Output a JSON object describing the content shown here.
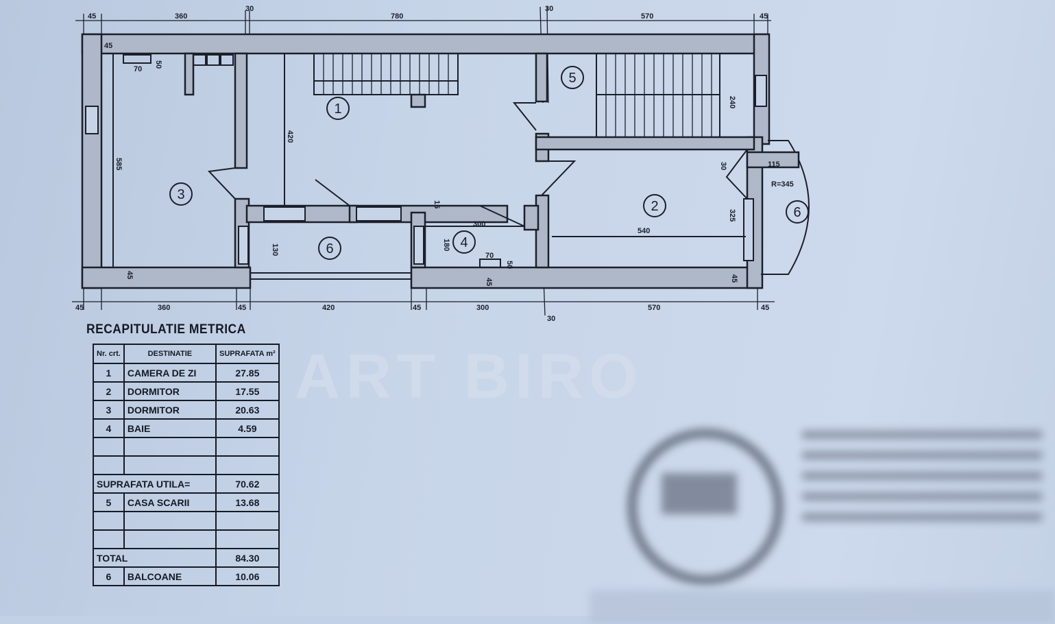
{
  "watermark": "ART BIRO",
  "plan": {
    "rooms": [
      "1",
      "2",
      "3",
      "4",
      "5",
      "6",
      "6"
    ],
    "dims_top": [
      "45",
      "360",
      "30",
      "780",
      "30",
      "570",
      "45"
    ],
    "dims_bottom": [
      "45",
      "360",
      "45",
      "420",
      "45",
      "300",
      "30",
      "570",
      "45"
    ],
    "dims_inner": [
      "45",
      "70",
      "50",
      "585",
      "420",
      "240",
      "30",
      "115",
      "R=345",
      "325",
      "540",
      "300",
      "15",
      "180",
      "130",
      "45",
      "70",
      "50",
      "45",
      "45"
    ]
  },
  "table": {
    "title": "RECAPITULATIE METRICA",
    "headers": {
      "nr": "Nr. crt.",
      "dest": "DESTINATIE",
      "sup": "SUPRAFATA m²"
    },
    "rows": [
      {
        "nr": "1",
        "dest": "CAMERA DE ZI",
        "sup": "27.85"
      },
      {
        "nr": "2",
        "dest": "DORMITOR",
        "sup": "17.55"
      },
      {
        "nr": "3",
        "dest": "DORMITOR",
        "sup": "20.63"
      },
      {
        "nr": "4",
        "dest": "BAIE",
        "sup": "4.59"
      }
    ],
    "utila_label": "SUPRAFATA UTILA=",
    "utila_value": "70.62",
    "rows2": [
      {
        "nr": "5",
        "dest": "CASA SCARII",
        "sup": "13.68"
      }
    ],
    "total_label": "TOTAL",
    "total_value": "84.30",
    "balcony": {
      "nr": "6",
      "dest": "BALCOANE",
      "sup": "10.06"
    }
  }
}
